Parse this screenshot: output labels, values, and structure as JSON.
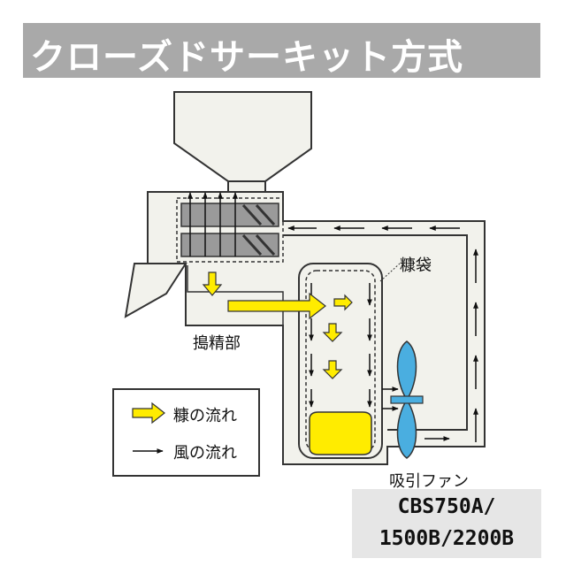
{
  "title": "クローズドサーキット方式",
  "labels": {
    "bran_bag": "糠袋",
    "milling_section": "搗精部",
    "suction_fan": "吸引ファン"
  },
  "legend": {
    "bran_flow": "糠の流れ",
    "air_flow": "風の流れ"
  },
  "model": {
    "line1": "CBS750A/",
    "line2": "1500B/2200B"
  },
  "colors": {
    "bran": "#ffec00",
    "fan": "#4aaee0",
    "machine_fill": "#f2f2ec",
    "title_bg": "#a9a9a9",
    "model_bg": "#e6e6e6"
  }
}
